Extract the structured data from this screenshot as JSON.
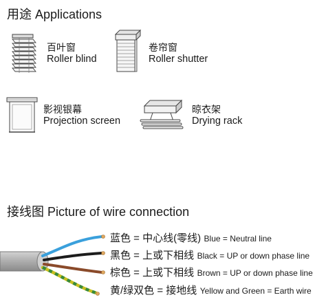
{
  "applications": {
    "heading": "用途 Applications",
    "items": [
      {
        "zh": "百叶窗",
        "en": "Roller blind",
        "icon": "venetian-blind-icon"
      },
      {
        "zh": "卷帘窗",
        "en": "Roller shutter",
        "icon": "roller-shutter-icon"
      },
      {
        "zh": "影视银幕",
        "en": "Projection screen",
        "icon": "projection-screen-icon"
      },
      {
        "zh": "晾衣架",
        "en": "Drying rack",
        "icon": "drying-rack-icon"
      }
    ]
  },
  "wiring": {
    "heading": "接线图 Picture of wire connection",
    "rows": [
      {
        "zh": "蓝色 = 中心线(零线)",
        "en": "Blue = Neutral line",
        "color": "#3aa0dc"
      },
      {
        "zh": "黑色 = 上或下相线",
        "en": "Black = UP or down phase line",
        "color": "#1c1c1c"
      },
      {
        "zh": "棕色 = 上或下相线",
        "en": "Brown = UP or down phase line",
        "color": "#8a4a2a"
      },
      {
        "zh": "黄/绿双色 = 接地线",
        "en": "Yellow and Green = Earth wire",
        "color": "#c8c020"
      }
    ],
    "cable_color": "#a8a8a8"
  }
}
